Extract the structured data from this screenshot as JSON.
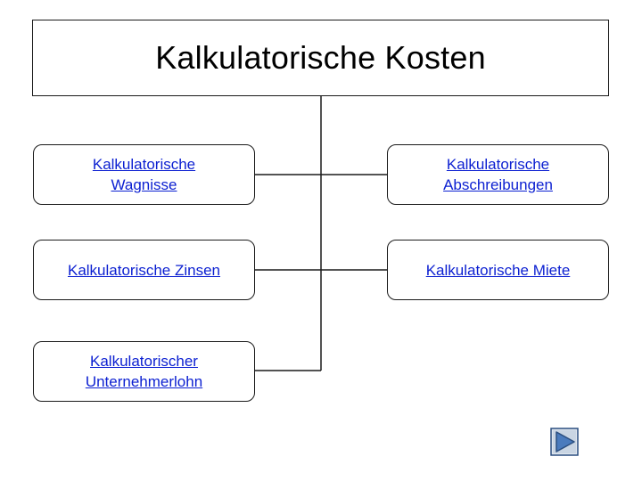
{
  "title": "Kalkulatorische Kosten",
  "left_nodes": [
    {
      "label_line1": "Kalkulatorische",
      "label_line2": "Wagnisse"
    },
    {
      "label_line1": "Kalkulatorische Zinsen",
      "label_line2": ""
    },
    {
      "label_line1": "Kalkulatorischer",
      "label_line2": "Unternehmerlohn"
    }
  ],
  "right_nodes": [
    {
      "label_line1": "Kalkulatorische",
      "label_line2": "Abschreibungen"
    },
    {
      "label_line1": "Kalkulatorische Miete",
      "label_line2": ""
    }
  ],
  "colors": {
    "link": "#0b1fd1",
    "border": "#1a1a1a",
    "nav_fill": "#4a7bbd",
    "nav_border": "#2b4f80"
  },
  "icons": {
    "nav": "play-next-icon"
  }
}
